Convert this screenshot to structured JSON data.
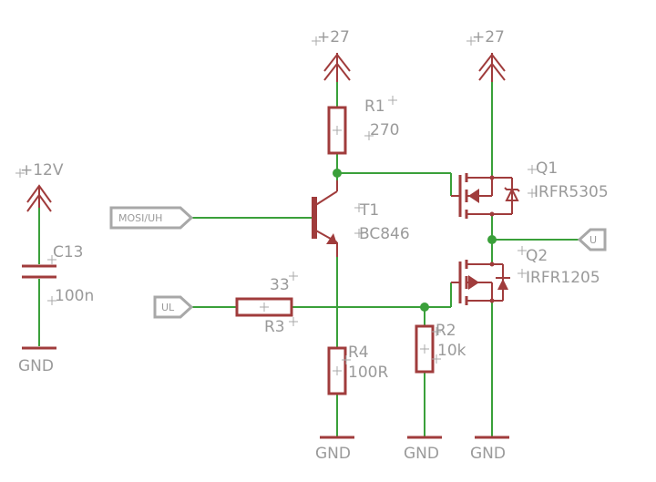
{
  "supplies": {
    "vcc27_left": "+27",
    "vcc27_right": "+27",
    "vcc12": "+12V"
  },
  "grounds": {
    "gnd_c13": "GND",
    "gnd_r4": "GND",
    "gnd_r2": "GND",
    "gnd_q2": "GND"
  },
  "components": {
    "r1": {
      "name": "R1",
      "value": "270"
    },
    "r2": {
      "name": "R2",
      "value": "10k"
    },
    "r3": {
      "name": "R3",
      "value": "33"
    },
    "r4": {
      "name": "R4",
      "value": "100R"
    },
    "c13": {
      "name": "C13",
      "value": "100n"
    },
    "t1": {
      "name": "T1",
      "value": "BC846"
    },
    "q1": {
      "name": "Q1",
      "value": "IRFR5305"
    },
    "q2": {
      "name": "Q2",
      "value": "IRFR1205"
    }
  },
  "ports": {
    "mosi": "MOSI/UH",
    "ul": "UL",
    "u": "U"
  },
  "colors": {
    "wire": "#3aa03a",
    "part": "#a03c3c",
    "label": "#9a9a9a",
    "port": "#a8a8a8"
  }
}
